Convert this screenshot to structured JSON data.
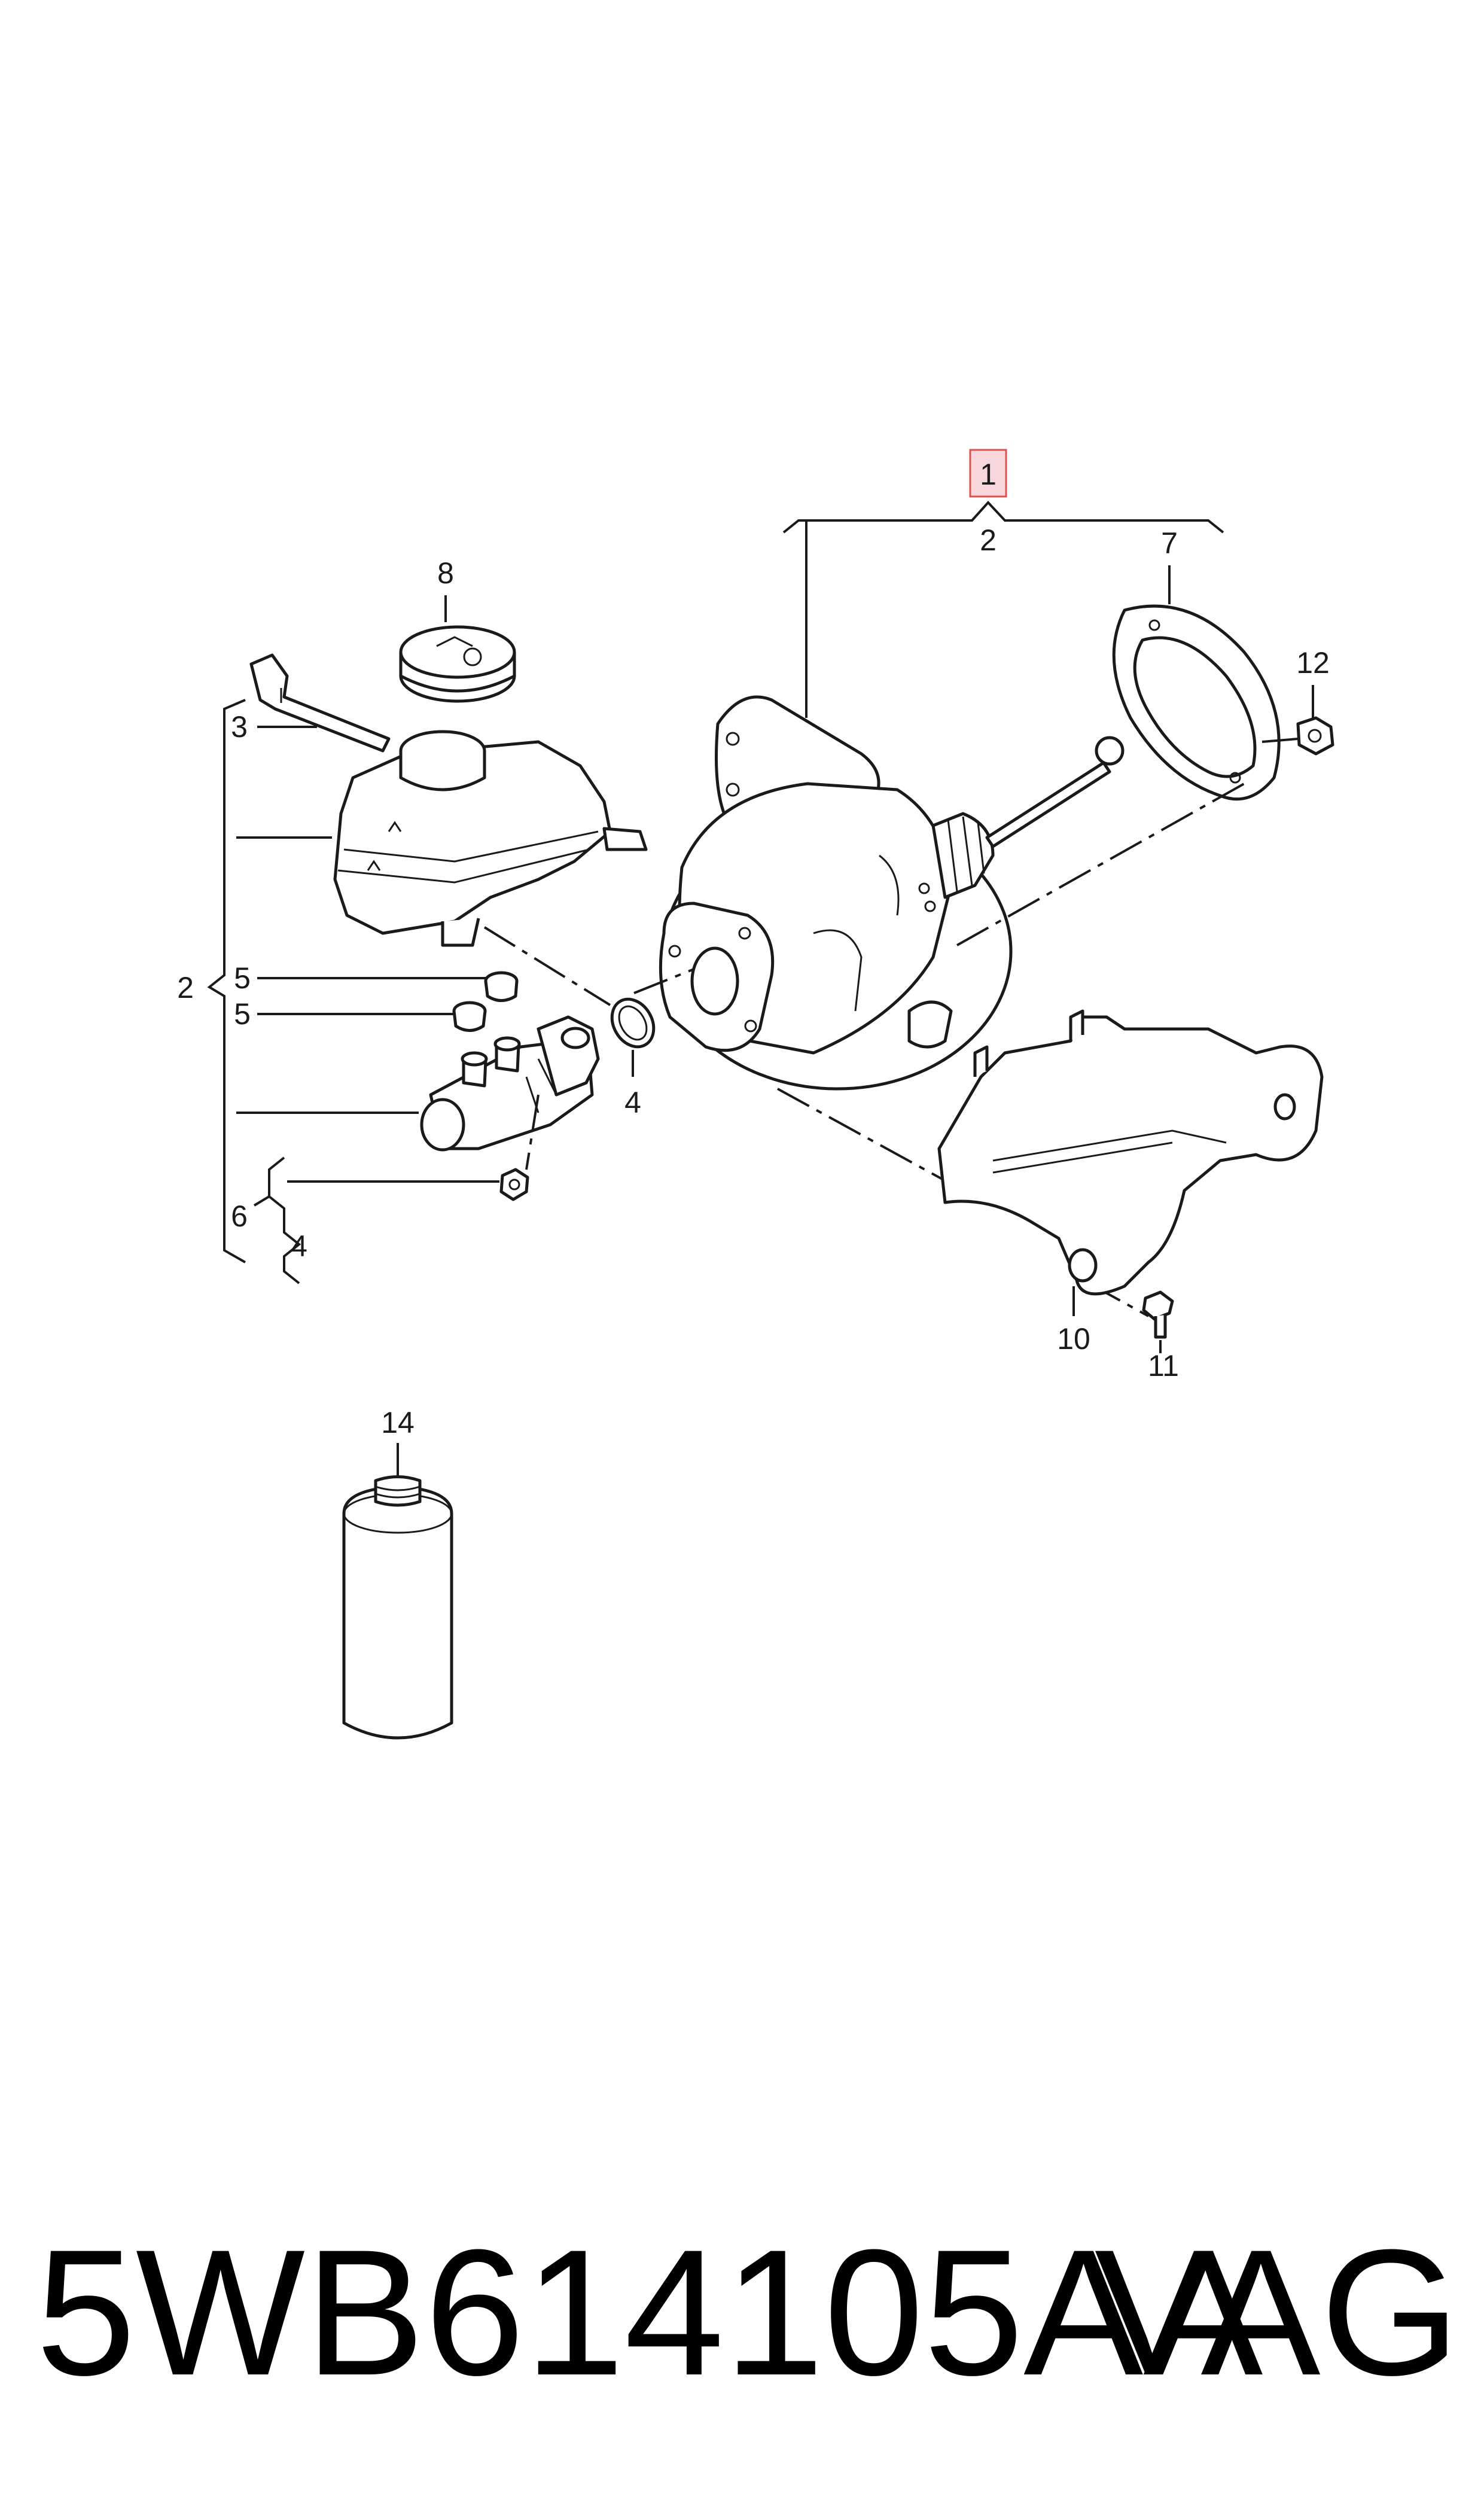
{
  "callouts": {
    "c1": "1",
    "c2_top": "2",
    "c2_left": "2",
    "c3": "3",
    "c4_oring": "4",
    "c4_bottom": "4",
    "c5_upper": "5",
    "c5_lower": "5",
    "c6": "6",
    "c7": "7",
    "c8": "8",
    "c10": "10",
    "c11": "11",
    "c12": "12",
    "c14": "14"
  },
  "highlight_color": "#f8d7dc",
  "highlight_border": "#d9534f",
  "footer": {
    "part_number": "5WB614105AA",
    "brand": "VAG"
  }
}
